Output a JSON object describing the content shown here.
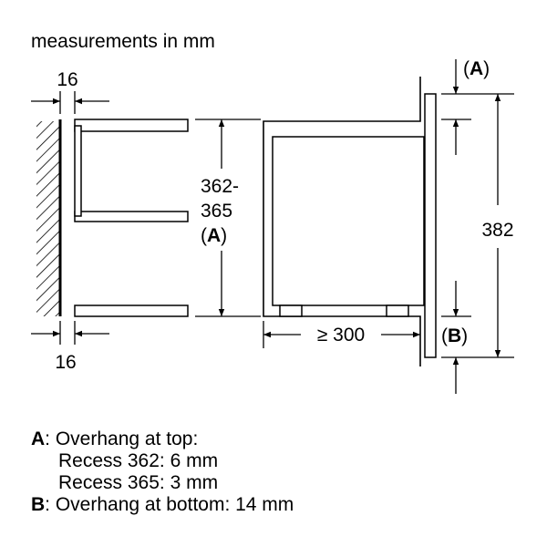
{
  "title": "measurements in mm",
  "dimensions": {
    "side_gap_top": "16",
    "side_gap_bottom": "16",
    "recess_height_line1": "362-",
    "recess_height_line2": "365",
    "recess_height_ref": "A",
    "appliance_height": "382",
    "min_depth": "≥ 300",
    "marker_a": "A",
    "marker_b": "B"
  },
  "notes": {
    "a_key": "A",
    "a_line1": ": Overhang at top:",
    "a_line2": "Recess 362: 6 mm",
    "a_line3": "Recess 365: 3 mm",
    "b_key": "B",
    "b_line1": ": Overhang at bottom: 14 mm"
  }
}
